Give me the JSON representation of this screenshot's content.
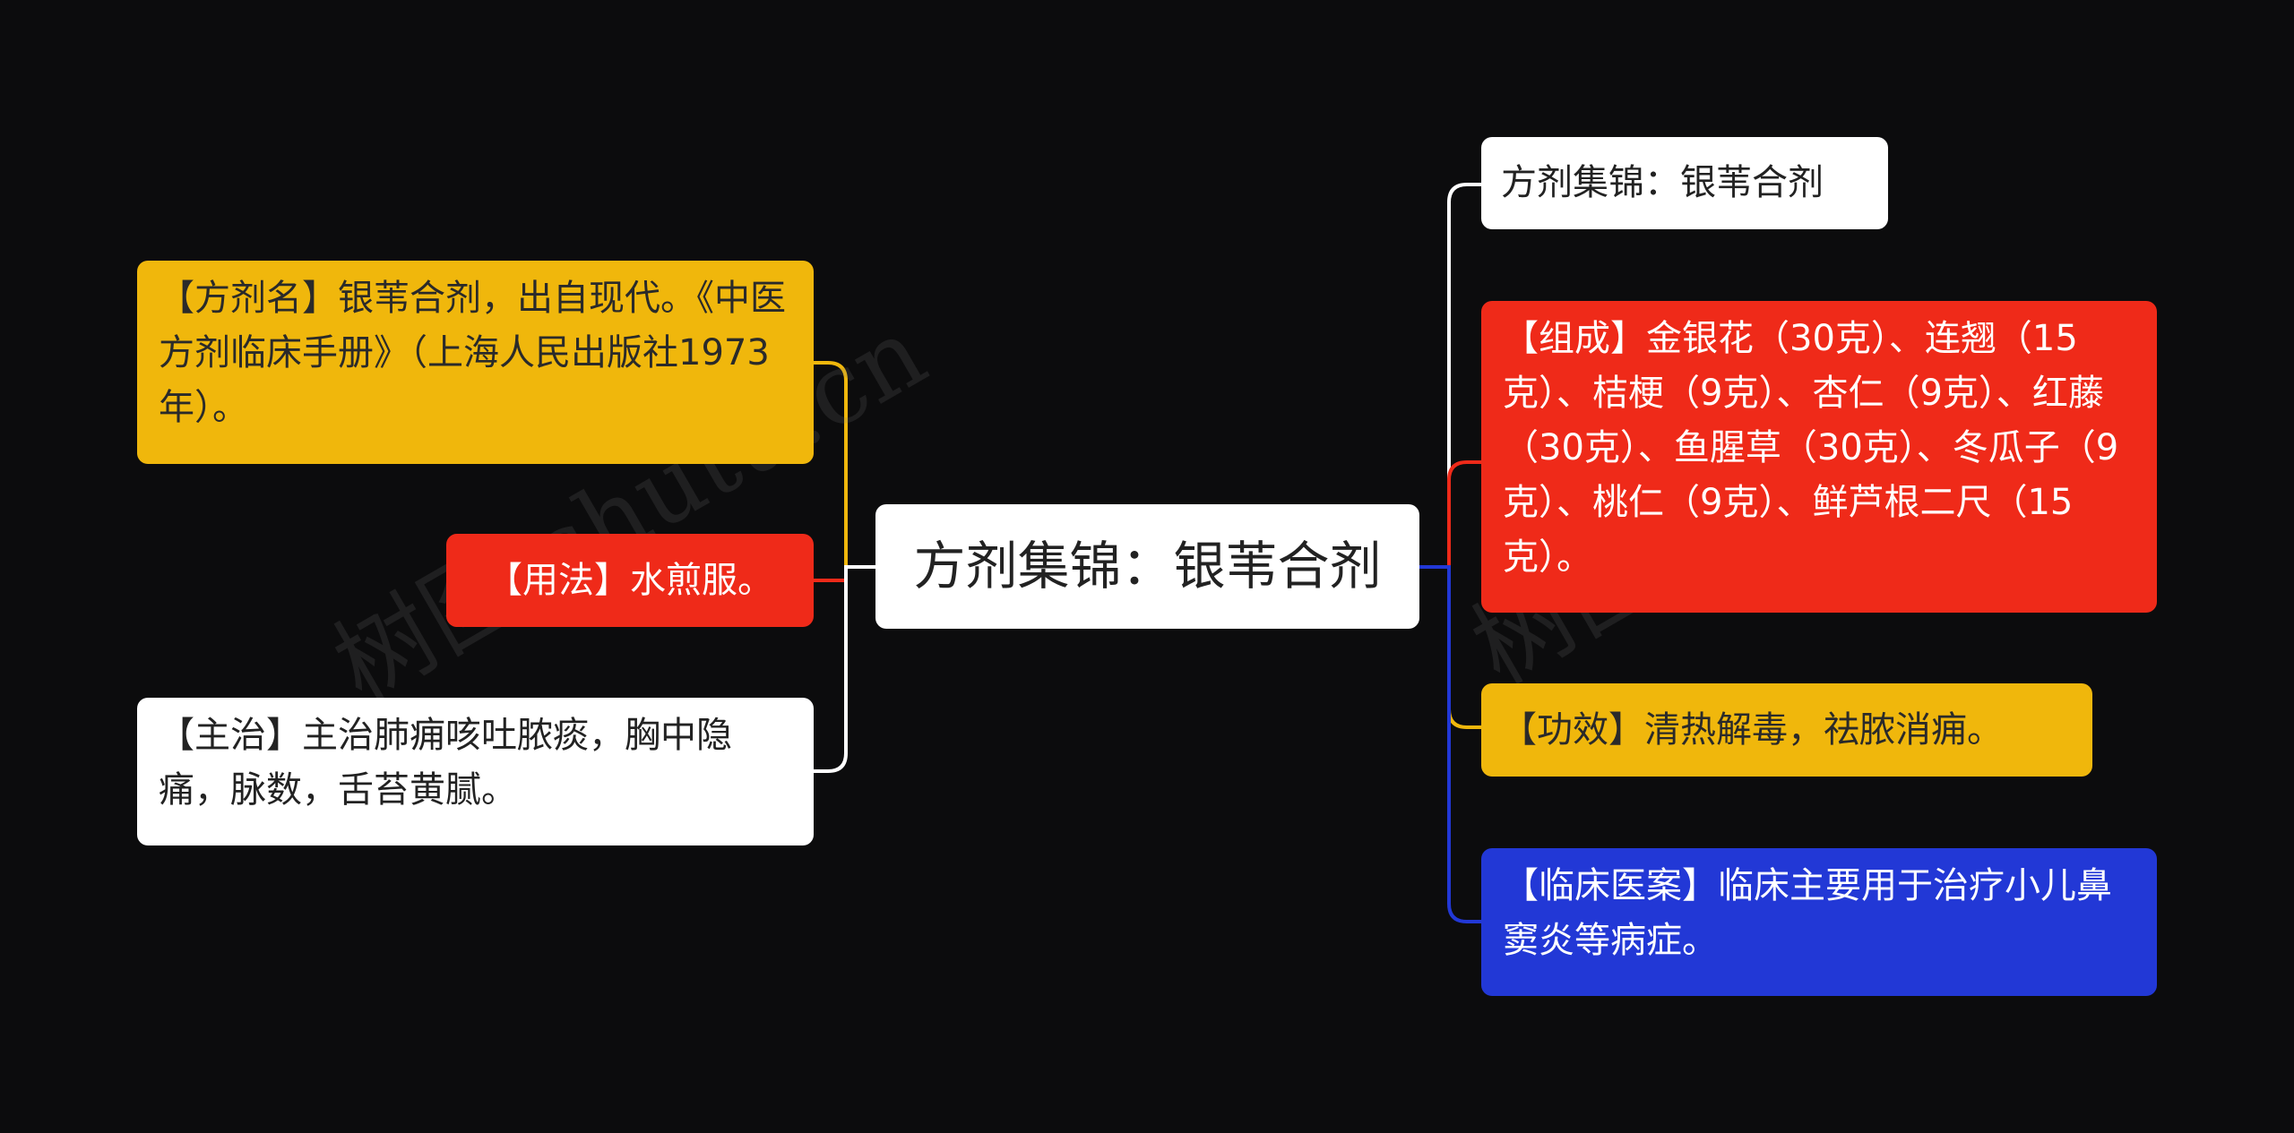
{
  "root": {
    "label": "方剂集锦：银苇合剂"
  },
  "left_nodes": [
    {
      "label": "【方剂名】银苇合剂，出自现代。《中医方剂临床手册》（上海人民出版社1973年）。"
    },
    {
      "label": "【用法】水煎服。"
    },
    {
      "label": "【主治】主治肺痈咳吐脓痰，胸中隐痛，脉数，舌苔黄腻。"
    }
  ],
  "right_nodes": [
    {
      "label": "方剂集锦：银苇合剂"
    },
    {
      "label": "【组成】金银花（30克）、连翘（15克）、桔梗（9克）、杏仁（9克）、红藤（30克）、鱼腥草（30克）、冬瓜子（9克）、桃仁（9克）、鲜芦根二尺（15克）。"
    },
    {
      "label": "【功效】清热解毒，祛脓消痈。"
    },
    {
      "label": "【临床医案】临床主要用于治疗小儿鼻窦炎等病症。"
    }
  ],
  "watermark": "树图 shutu.cn",
  "colors": {
    "yellow": "#f0b70c",
    "red": "#ef2a19",
    "white": "#ffffff",
    "blue": "#2238d6",
    "background": "#0c0c0d"
  }
}
